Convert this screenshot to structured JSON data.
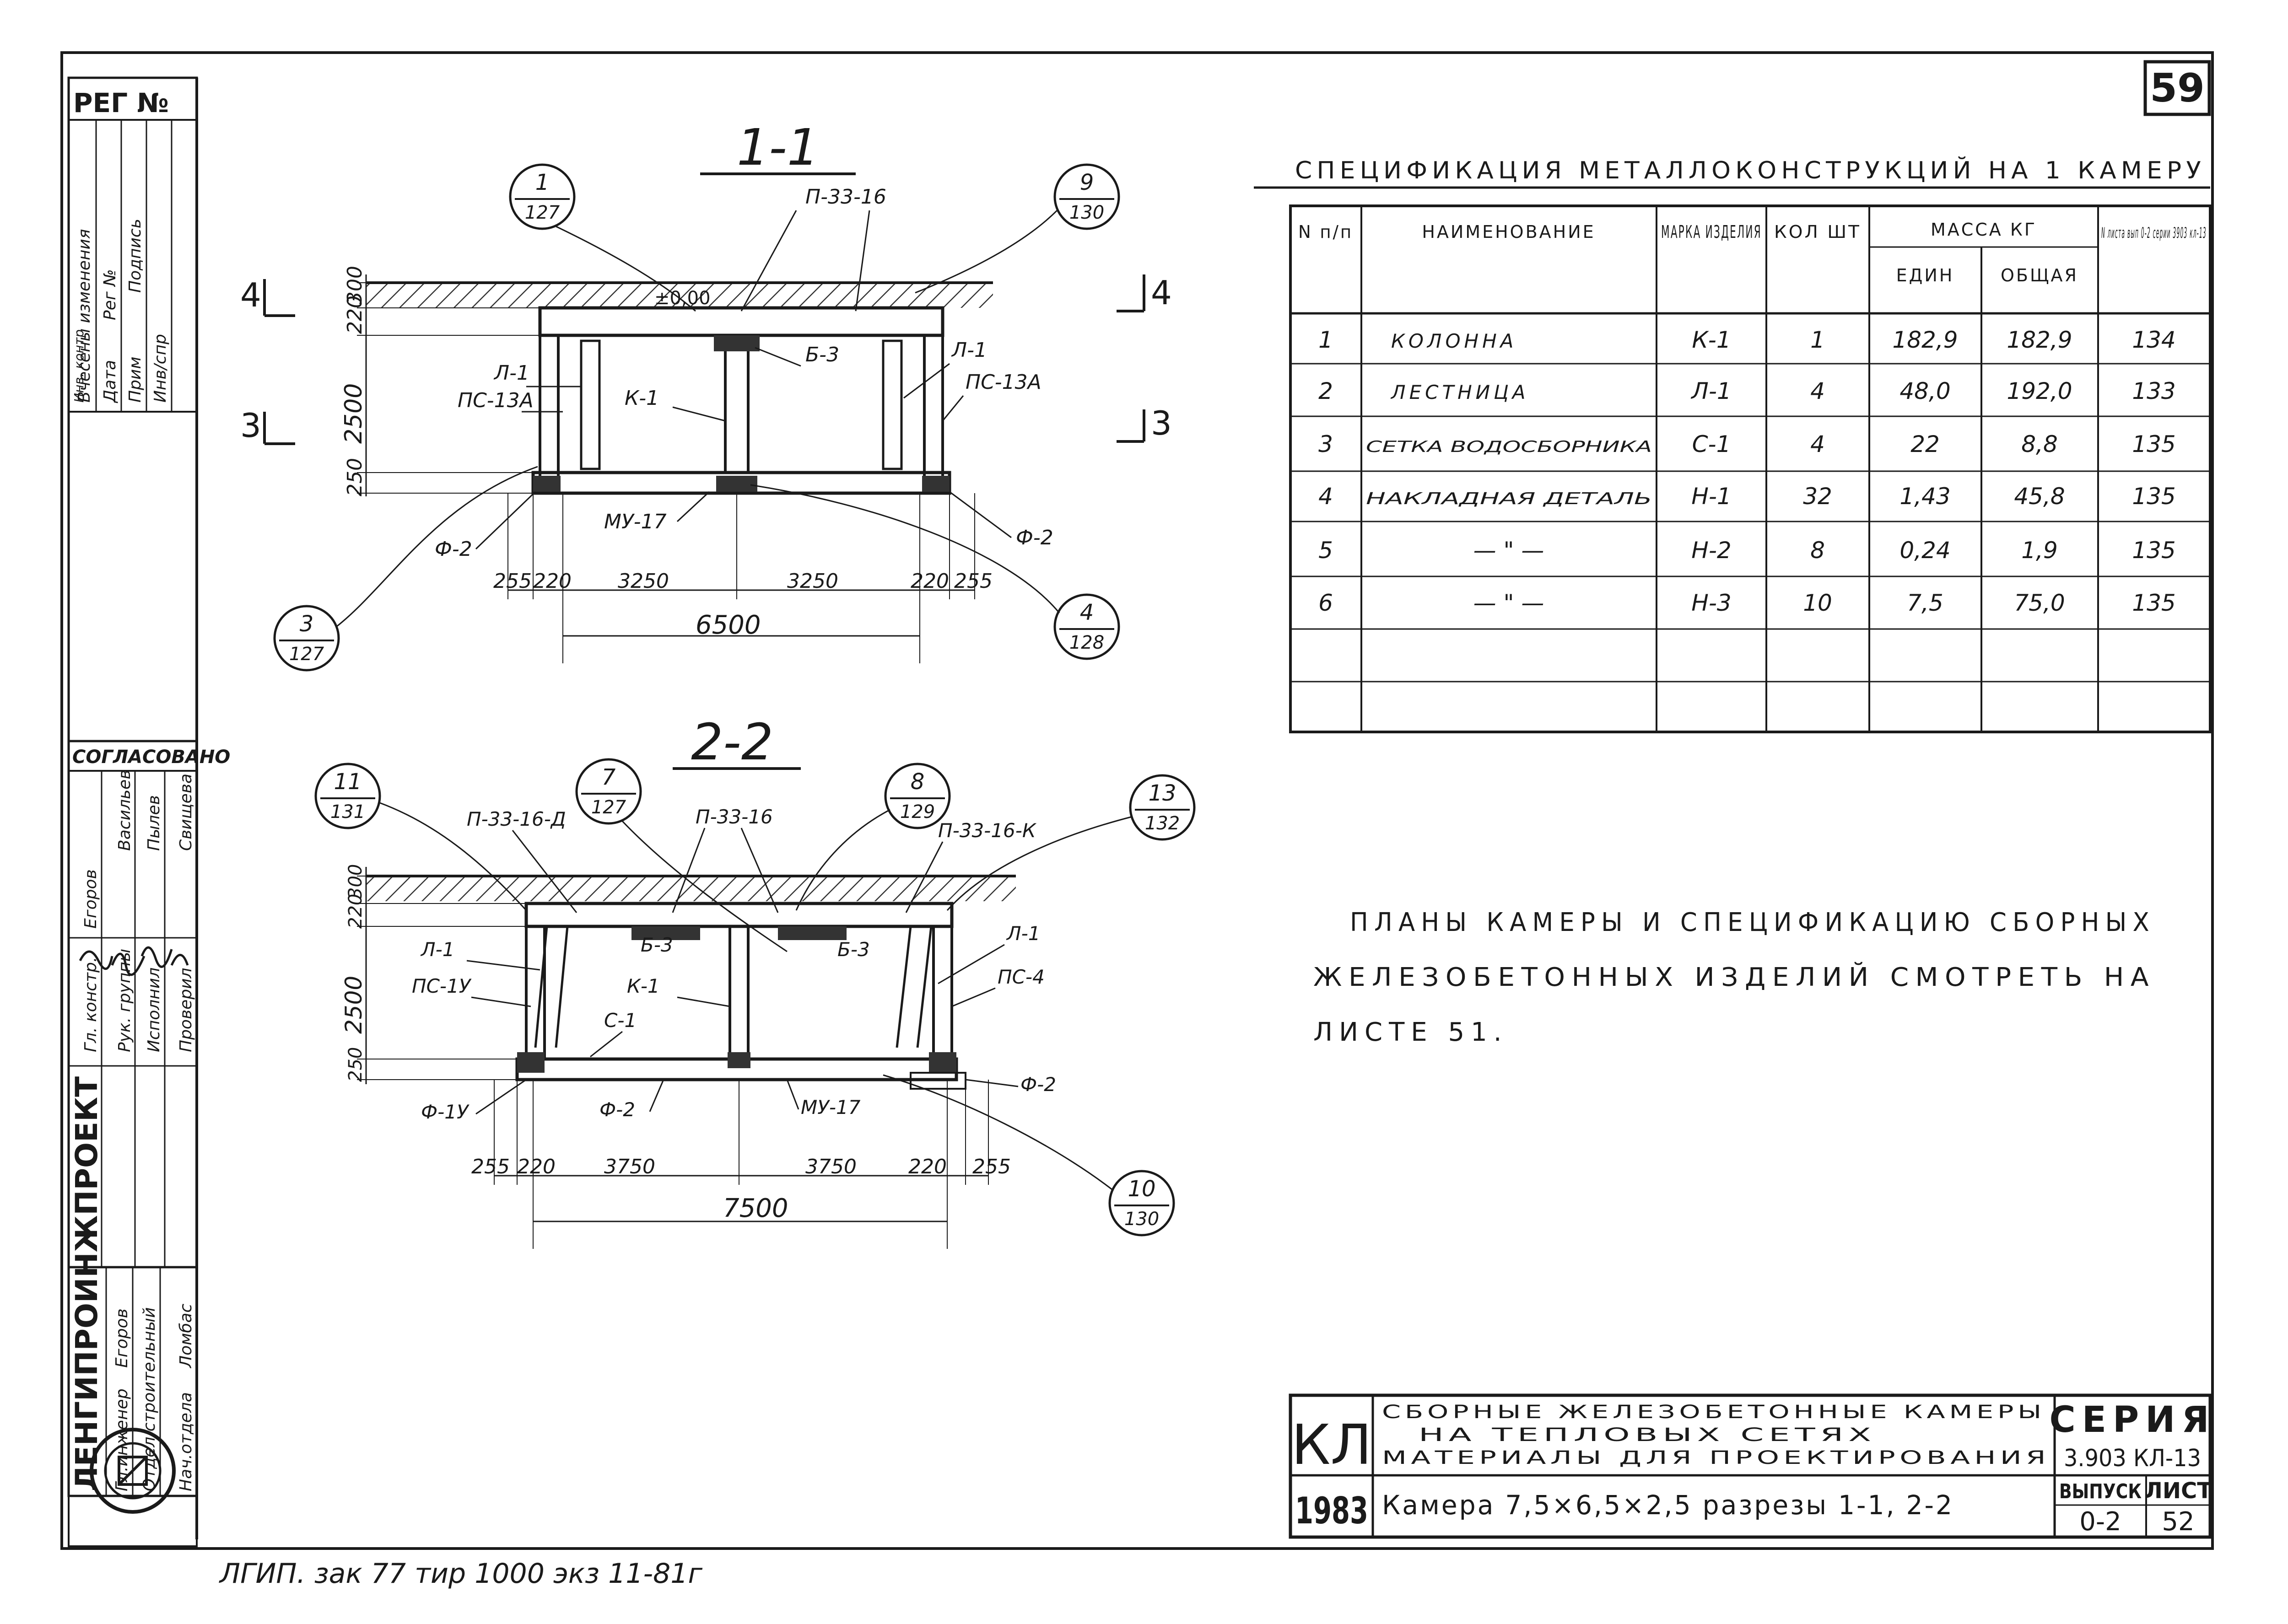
{
  "sheet": {
    "page_number": "59",
    "reg_label": "РЕГ №",
    "bottom_stamp": "ЛГИП. зак 77 тир 1000 экз 11-81г"
  },
  "left_strip": {
    "change_stamp": [
      "Вчесены изменения",
      "Дата",
      "Рег №",
      "Прим",
      "Подпись",
      "Инв/спр",
      "Инв. контр"
    ],
    "agreed_label": "СОГЛАСОВАНО",
    "agreed_rows": [
      {
        "role": "Гл. констр.",
        "name": "Егоров"
      },
      {
        "role": "Рук. группы",
        "name": "Васильев"
      },
      {
        "role": "Исполнил",
        "name": "Пылев"
      },
      {
        "role": "Проверил",
        "name": "Свищева"
      }
    ],
    "org": "ЛЕНГИПРОИНЖПРОЕКТ",
    "dept_rows": [
      {
        "role": "Гл.инженер",
        "name": "Егоров"
      },
      {
        "role": "Отдел строительный",
        "name": ""
      },
      {
        "role": "Нач.отдела",
        "name": "Ломбас"
      }
    ]
  },
  "section_1": {
    "title": "1-1",
    "callouts": [
      {
        "top": "1",
        "bottom": "127"
      },
      {
        "top": "9",
        "bottom": "130"
      },
      {
        "top": "3",
        "bottom": "127"
      },
      {
        "top": "4",
        "bottom": "128"
      }
    ],
    "labels": {
      "p_slab": "П-33-16",
      "l1_left": "Л-1",
      "pc_left": "ПС-13А",
      "l1_right": "Л-1",
      "pc_right": "ПС-13А",
      "k1": "К-1",
      "b3": "Б-3",
      "mu": "МУ-17",
      "f2_left": "Ф-2",
      "f2_right": "Ф-2",
      "level": "±0,00"
    },
    "section_marks": {
      "four_l": "4",
      "four_r": "4",
      "three_l": "3",
      "three_r": "3"
    },
    "vdims": [
      "300",
      "220",
      "2500",
      "250"
    ],
    "hdims": [
      "255",
      "220",
      "3250",
      "3250",
      "220",
      "255"
    ],
    "total": "6500"
  },
  "section_2": {
    "title": "2-2",
    "callouts": [
      {
        "top": "11",
        "bottom": "131"
      },
      {
        "top": "7",
        "bottom": "127"
      },
      {
        "top": "8",
        "bottom": "129"
      },
      {
        "top": "13",
        "bottom": "132"
      },
      {
        "top": "10",
        "bottom": "130"
      }
    ],
    "labels": {
      "p_left": "П-33-16-Д",
      "p_mid": "П-33-16",
      "p_right": "П-33-16-К",
      "l1_left": "Л-1",
      "pc_left": "ПС-1У",
      "l1_right": "Л-1",
      "pc_right": "ПС-4",
      "b3_left": "Б-3",
      "b3_right": "Б-3",
      "k1": "К-1",
      "c1": "С-1",
      "f1y": "Ф-1У",
      "f2_mid": "Ф-2",
      "mu": "МУ-17",
      "f2_right": "Ф-2"
    },
    "vdims": [
      "300",
      "220",
      "2500",
      "250"
    ],
    "hdims": [
      "255",
      "220",
      "3750",
      "3750",
      "220",
      "255"
    ],
    "total": "7500"
  },
  "spec": {
    "title": "СПЕЦИФИКАЦИЯ МЕТАЛЛОКОНСТРУКЦИЙ НА 1 КАМЕРУ",
    "headers": {
      "num": "N п/п",
      "name": "НАИМЕНОВАНИЕ",
      "mark": "МАРКА ИЗДЕЛИЯ",
      "qty": "КОЛ ШТ",
      "mass": "МАССА КГ",
      "unit": "ЕДИН",
      "total": "ОБЩАЯ",
      "sheet": "N листа вып 0-2 серии 3903 кл-13"
    },
    "rows": [
      {
        "n": "1",
        "name": "КОЛОННА",
        "mark": "К-1",
        "qty": "1",
        "unit": "182,9",
        "total": "182,9",
        "sheet": "134"
      },
      {
        "n": "2",
        "name": "ЛЕСТНИЦА",
        "mark": "Л-1",
        "qty": "4",
        "unit": "48,0",
        "total": "192,0",
        "sheet": "133"
      },
      {
        "n": "3",
        "name": "СЕТКА ВОДОСБОРНИКА",
        "mark": "С-1",
        "qty": "4",
        "unit": "22",
        "total": "8,8",
        "sheet": "135"
      },
      {
        "n": "4",
        "name": "НАКЛАДНАЯ ДЕТАЛЬ",
        "mark": "Н-1",
        "qty": "32",
        "unit": "1,43",
        "total": "45,8",
        "sheet": "135"
      },
      {
        "n": "5",
        "name": "— \" —",
        "mark": "Н-2",
        "qty": "8",
        "unit": "0,24",
        "total": "1,9",
        "sheet": "135"
      },
      {
        "n": "6",
        "name": "— \" —",
        "mark": "Н-3",
        "qty": "10",
        "unit": "7,5",
        "total": "75,0",
        "sheet": "135"
      }
    ]
  },
  "note": {
    "lines": [
      "ПЛАНЫ КАМЕРЫ И СПЕЦИФИКАЦИЮ СБОРНЫХ",
      "ЖЕЛЕЗОБЕТОННЫХ ИЗДЕЛИЙ СМОТРЕТЬ НА",
      "ЛИСТЕ 51."
    ]
  },
  "title_block": {
    "code": "КЛ",
    "year": "1983",
    "desc_lines": [
      "СБОРНЫЕ ЖЕЛЕЗОБЕТОННЫЕ КАМЕРЫ",
      "НА ТЕПЛОВЫХ СЕТЯХ",
      "МАТЕРИАЛЫ ДЛЯ ПРОЕКТИРОВАНИЯ"
    ],
    "series_label": "СЕРИЯ",
    "series_value": "3.903 КЛ-13",
    "subject": "Камера 7,5×6,5×2,5 разрезы 1-1, 2-2",
    "issue_label": "ВЫПУСК",
    "issue_value": "0-2",
    "sheet_label": "ЛИСТ",
    "sheet_value": "52"
  }
}
